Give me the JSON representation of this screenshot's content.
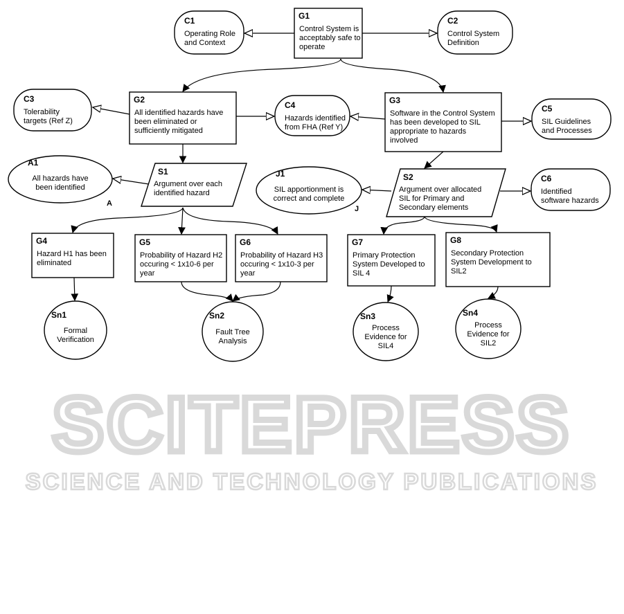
{
  "watermark": {
    "title": "SCITEPRESS",
    "subtitle": "SCIENCE AND TECHNOLOGY PUBLICATIONS"
  },
  "nodes": {
    "G1": {
      "id": "G1",
      "type": "goal",
      "lines": [
        "Control System is",
        "acceptably safe to",
        "operate"
      ]
    },
    "C1": {
      "id": "C1",
      "type": "context",
      "lines": [
        "Operating Role",
        "and Context"
      ]
    },
    "C2": {
      "id": "C2",
      "type": "context",
      "lines": [
        "Control System",
        "Definition"
      ]
    },
    "G2": {
      "id": "G2",
      "type": "goal",
      "lines": [
        "All identified hazards have",
        "been eliminated or",
        "sufficiently mitigated"
      ]
    },
    "C3": {
      "id": "C3",
      "type": "context",
      "lines": [
        "Tolerability",
        "targets (Ref Z)"
      ]
    },
    "C4": {
      "id": "C4",
      "type": "context",
      "lines": [
        "Hazards identified",
        "from FHA (Ref Y)"
      ]
    },
    "G3": {
      "id": "G3",
      "type": "goal",
      "lines": [
        "Software in the Control System",
        "has been developed to SIL",
        "appropriate to hazards",
        "involved"
      ]
    },
    "C5": {
      "id": "C5",
      "type": "context",
      "lines": [
        "SIL Guidelines",
        "and Processes"
      ]
    },
    "A1": {
      "id": "A1",
      "type": "assumption",
      "lines": [
        "All hazards have",
        "been identified"
      ],
      "tag": "A"
    },
    "S1": {
      "id": "S1",
      "type": "strategy",
      "lines": [
        "Argument over each",
        "identified hazard"
      ]
    },
    "J1": {
      "id": "J1",
      "type": "justification",
      "lines": [
        "SIL apportionment is",
        "correct and complete"
      ],
      "tag": "J"
    },
    "S2": {
      "id": "S2",
      "type": "strategy",
      "lines": [
        "Argument over allocated",
        "SIL for Primary and",
        "Secondary elements"
      ]
    },
    "C6": {
      "id": "C6",
      "type": "context",
      "lines": [
        "Identified",
        "software hazards"
      ]
    },
    "G4": {
      "id": "G4",
      "type": "goal",
      "lines": [
        "Hazard H1 has been",
        "eliminated"
      ]
    },
    "G5": {
      "id": "G5",
      "type": "goal",
      "lines": [
        "Probability of Hazard H2",
        "occuring < 1x10-6 per",
        "year"
      ]
    },
    "G6": {
      "id": "G6",
      "type": "goal",
      "lines": [
        "Probability of Hazard H3",
        "occuring < 1x10-3 per",
        "year"
      ]
    },
    "G7": {
      "id": "G7",
      "type": "goal",
      "lines": [
        "Primary Protection",
        "System Developed to",
        "SIL 4"
      ]
    },
    "G8": {
      "id": "G8",
      "type": "goal",
      "lines": [
        "Secondary Protection",
        "System Development to",
        "SIL2"
      ]
    },
    "Sn1": {
      "id": "Sn1",
      "type": "solution",
      "lines": [
        "Formal",
        "Verification"
      ]
    },
    "Sn2": {
      "id": "Sn2",
      "type": "solution",
      "lines": [
        "Fault Tree",
        "Analysis"
      ]
    },
    "Sn3": {
      "id": "Sn3",
      "type": "solution",
      "lines": [
        "Process",
        "Evidence for",
        "SIL4"
      ]
    },
    "Sn4": {
      "id": "Sn4",
      "type": "solution",
      "lines": [
        "Process",
        "Evidence for",
        "SIL2"
      ]
    }
  },
  "edges": [
    {
      "from": "G1",
      "to": "C1",
      "kind": "in-context-of"
    },
    {
      "from": "G1",
      "to": "C2",
      "kind": "in-context-of"
    },
    {
      "from": "G1",
      "to": "G2",
      "kind": "supported-by"
    },
    {
      "from": "G1",
      "to": "G3",
      "kind": "supported-by"
    },
    {
      "from": "G2",
      "to": "C3",
      "kind": "in-context-of"
    },
    {
      "from": "G2",
      "to": "C4",
      "kind": "in-context-of"
    },
    {
      "from": "G3",
      "to": "C4",
      "kind": "in-context-of"
    },
    {
      "from": "G3",
      "to": "C5",
      "kind": "in-context-of"
    },
    {
      "from": "G2",
      "to": "S1",
      "kind": "supported-by"
    },
    {
      "from": "G3",
      "to": "S2",
      "kind": "supported-by"
    },
    {
      "from": "S1",
      "to": "A1",
      "kind": "in-context-of"
    },
    {
      "from": "S2",
      "to": "J1",
      "kind": "in-context-of"
    },
    {
      "from": "S2",
      "to": "C6",
      "kind": "in-context-of"
    },
    {
      "from": "S1",
      "to": "G4",
      "kind": "supported-by"
    },
    {
      "from": "S1",
      "to": "G5",
      "kind": "supported-by"
    },
    {
      "from": "S1",
      "to": "G6",
      "kind": "supported-by"
    },
    {
      "from": "S2",
      "to": "G7",
      "kind": "supported-by"
    },
    {
      "from": "S2",
      "to": "G8",
      "kind": "supported-by"
    },
    {
      "from": "G4",
      "to": "Sn1",
      "kind": "supported-by"
    },
    {
      "from": "G5",
      "to": "Sn2",
      "kind": "supported-by"
    },
    {
      "from": "G6",
      "to": "Sn2",
      "kind": "supported-by"
    },
    {
      "from": "G7",
      "to": "Sn3",
      "kind": "supported-by"
    },
    {
      "from": "G8",
      "to": "Sn4",
      "kind": "supported-by"
    }
  ]
}
